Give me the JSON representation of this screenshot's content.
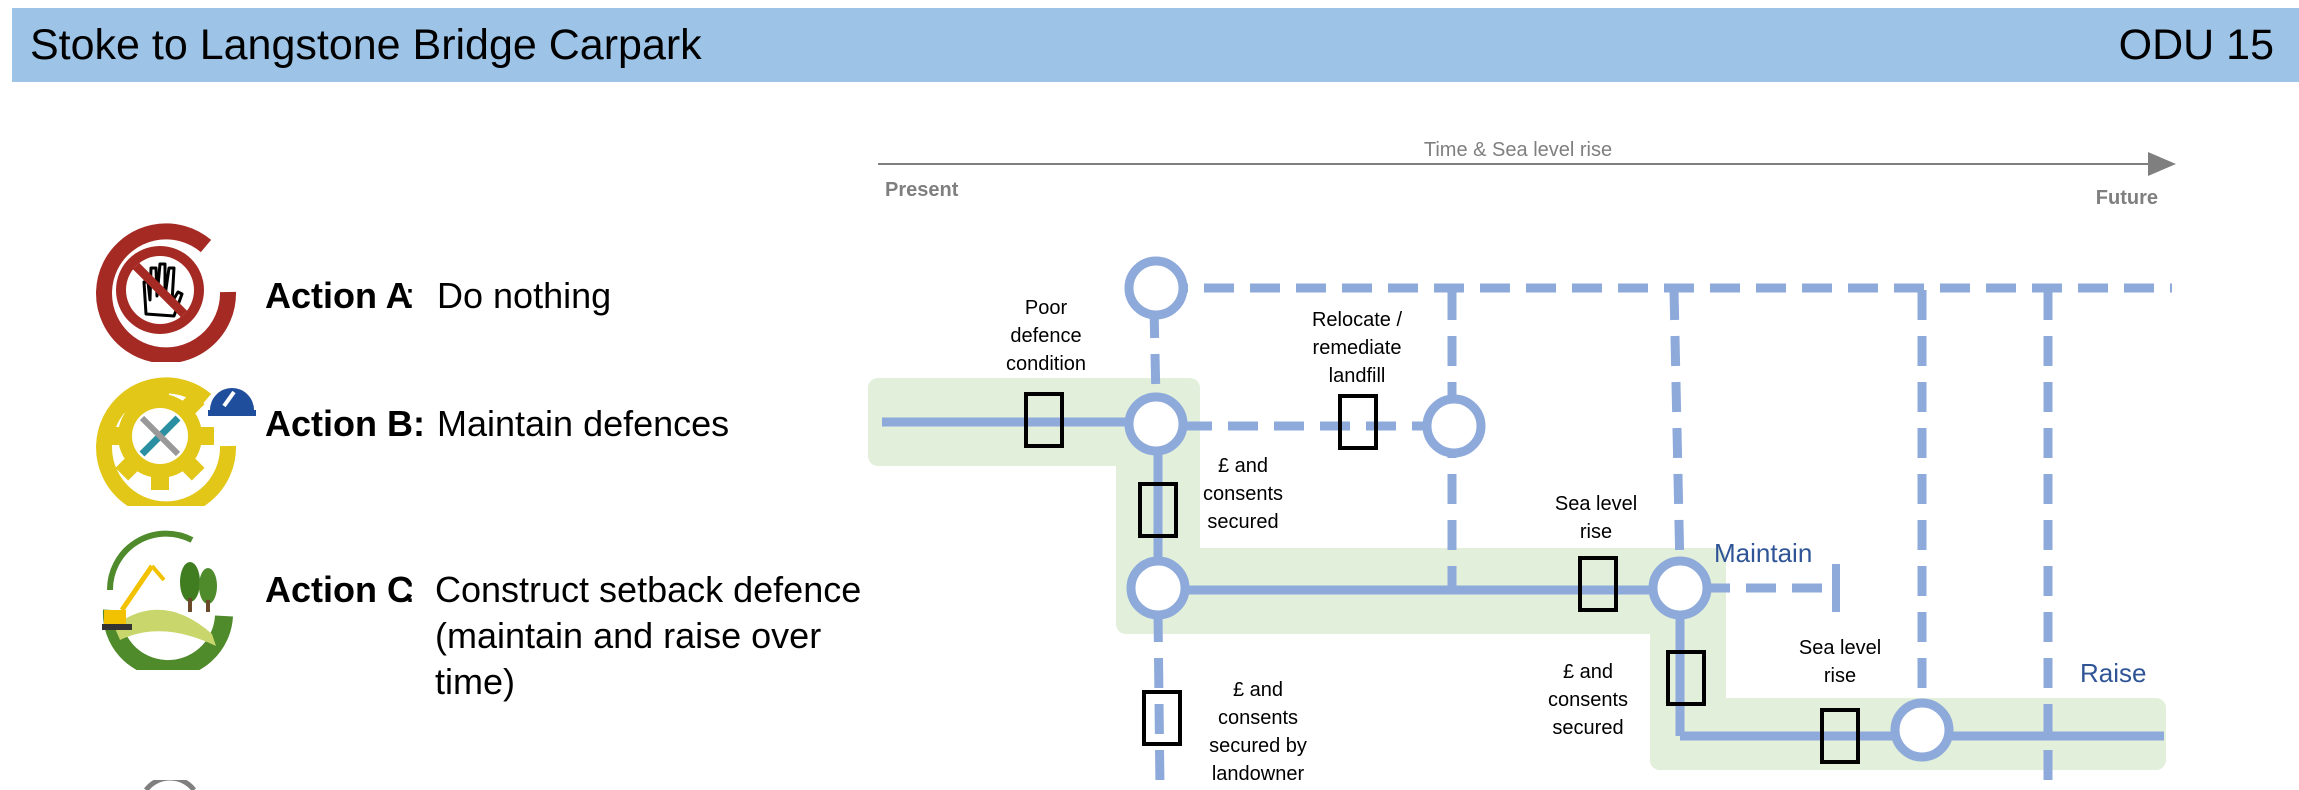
{
  "header": {
    "title": "Stoke to Langstone Bridge Carpark",
    "unit_code": "ODU 15",
    "background_color": "#9dc3e6"
  },
  "actions": [
    {
      "label": "Action A",
      "sep": ":",
      "text_lines": [
        "Do nothing"
      ],
      "icon": "no-hand-icon",
      "color": "#a52a23"
    },
    {
      "label": "Action B:",
      "sep": "",
      "text_lines": [
        "Maintain defences"
      ],
      "icon": "gear-tools-icon",
      "color": "#e2c718"
    },
    {
      "label": "Action C",
      "sep": ":",
      "text_lines": [
        "Construct setback defence",
        "(maintain and raise over",
        "time)"
      ],
      "icon": "excavator-landscape-icon",
      "color": "#4f8a2b"
    }
  ],
  "diagram": {
    "timeline": {
      "label": "Time & Sea level rise",
      "start": "Present",
      "end": "Future"
    },
    "notes": {
      "poor_defence": [
        "Poor",
        "defence",
        "condition"
      ],
      "relocate": [
        "Relocate /",
        "remediate",
        "landfill"
      ],
      "consents_1": [
        "£ and",
        "consents",
        "secured"
      ],
      "sea_level_1": [
        "Sea level",
        "rise"
      ],
      "consents_2": [
        "£ and",
        "consents",
        "secured"
      ],
      "sea_level_2": [
        "Sea level",
        "rise"
      ],
      "consents_landowner": [
        "£ and",
        "consents",
        "secured by",
        "landowner"
      ]
    },
    "pathways": {
      "maintain": "Maintain",
      "raise": "Raise"
    },
    "colors": {
      "line": "#8eaadb",
      "highlight": "#e2efda",
      "timeline": "#7f7f7f",
      "pathway_label": "#2f5597"
    }
  }
}
